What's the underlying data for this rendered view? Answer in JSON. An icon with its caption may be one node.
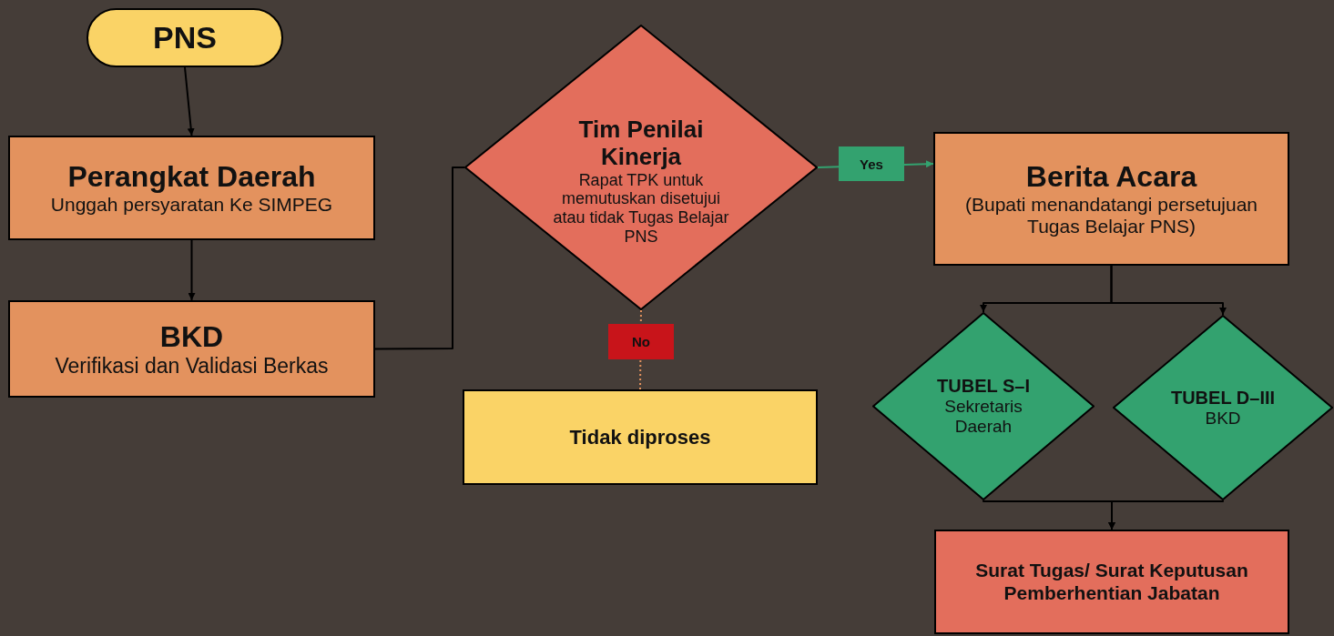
{
  "diagram": {
    "nodes": [
      {
        "text": [
          "PNS"
        ]
      },
      {
        "text": [
          "Perangkat Daerah",
          "Unggah persyaratan Ke SIMPEG"
        ]
      },
      {
        "text": [
          "BKD",
          "Verifikasi dan Validasi Berkas"
        ]
      },
      {
        "text": [
          "Tim Penilai Kinerja",
          "Rapat TPK untuk memutuskan disetujui atau tidak Tugas Belajar PNS"
        ]
      },
      {
        "text": [
          "Tidak diproses"
        ]
      },
      {
        "text": [
          "Berita Acara",
          "(Bupati menandatangi persetujuan Tugas Belajar PNS)"
        ]
      },
      {
        "text": [
          "TUBEL S–I",
          "Sekretaris Daerah"
        ]
      },
      {
        "text": [
          "TUBEL D–III",
          "BKD"
        ]
      },
      {
        "text": [
          "Surat Tugas/ Surat Keputusan Pemberhentian Jabatan"
        ]
      }
    ],
    "edges": [
      {
        "from": 0,
        "to": 1,
        "arrow": "to"
      },
      {
        "from": 1,
        "to": 2,
        "arrow": "to"
      },
      {
        "from": 2,
        "to": 3,
        "arrow": "none"
      },
      {
        "from": 3,
        "to": 5,
        "arrow": "to",
        "label": "Yes",
        "color": "#33a26f"
      },
      {
        "from": 3,
        "to": 4,
        "arrow": "none",
        "label": "No",
        "style": "dashed",
        "color": "#e3925e"
      },
      {
        "from": 5,
        "to": 6,
        "arrow": "to"
      },
      {
        "from": 5,
        "to": 7,
        "arrow": "to"
      },
      {
        "from": 6,
        "to": 8,
        "arrow": "to"
      },
      {
        "from": 7,
        "to": 8,
        "arrow": "to"
      }
    ]
  }
}
